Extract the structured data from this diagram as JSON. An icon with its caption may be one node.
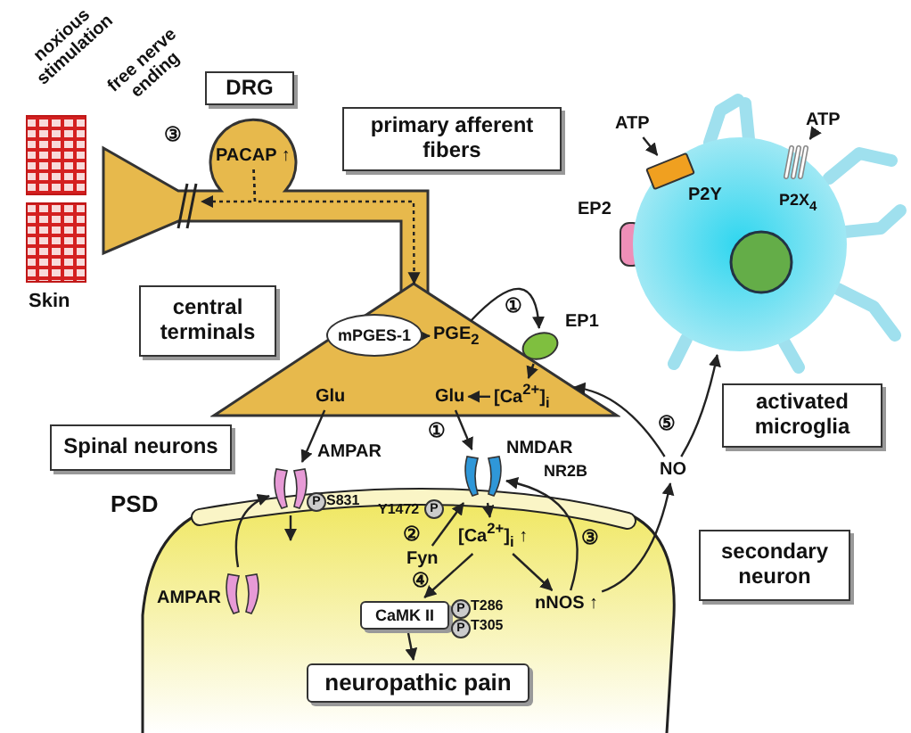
{
  "diagram": {
    "nodes": [
      {
        "text": [
          "PACAP ↑"
        ]
      },
      {
        "text": [],
        "shape": "triangle"
      },
      {
        "text": [
          "mPGES-1"
        ],
        "in": 1
      },
      {
        "text": [
          "PGE$_{2}$"
        ],
        "in": 1
      },
      {
        "text": [
          "Glu"
        ],
        "in": 1
      },
      {
        "text": [
          "Glu"
        ],
        "in": 1
      },
      {
        "text": [
          "[Ca$^{2+}$]$_{i}$"
        ],
        "in": 1
      },
      {
        "text": [
          "EP1"
        ]
      },
      {
        "text": [
          "AMPAR"
        ]
      },
      {
        "text": [
          "NMDAR"
        ]
      },
      {
        "text": [
          "AMPAR"
        ]
      },
      {
        "text": [
          "[Ca$^{2+}$]$_{i}$ ↑"
        ]
      },
      {
        "text": [
          "Fyn"
        ]
      },
      {
        "text": [
          "CaMK II"
        ],
        "beside": [
          "P",
          "T286",
          "P",
          "T305"
        ]
      },
      {
        "text": [
          "nNOS ↑"
        ]
      },
      {
        "text": [
          "NO"
        ]
      },
      {
        "text": [
          "neuropathic pain"
        ]
      },
      {
        "text": [],
        "shape": "cell"
      },
      {
        "text": [
          "ATP"
        ]
      },
      {
        "text": [
          "P2Y"
        ],
        "in": 17
      },
      {
        "text": [
          "ATP"
        ]
      },
      {
        "text": [
          "P2X$_{4}$"
        ],
        "in": 17
      }
    ],
    "edges": [
      {
        "from": 0,
        "to": null,
        "arrow": "to",
        "style": "dashed"
      },
      {
        "from": 0,
        "to": 1,
        "arrow": "to",
        "style": "dashed"
      },
      {
        "from": 2,
        "to": 3,
        "arrow": "to"
      },
      {
        "from": 3,
        "to": 7,
        "arrow": "to",
        "label": "①"
      },
      {
        "from": 7,
        "to": 6,
        "arrow": "to"
      },
      {
        "from": 6,
        "to": 5,
        "arrow": "to"
      },
      {
        "from": 4,
        "to": 8,
        "arrow": "to"
      },
      {
        "from": 5,
        "to": 9,
        "arrow": "to",
        "label": "①"
      },
      {
        "from": 10,
        "to": 8,
        "arrow": "to"
      },
      {
        "from": 8,
        "to": null,
        "arrow": "to"
      },
      {
        "from": 9,
        "to": 11,
        "arrow": "to"
      },
      {
        "from": 12,
        "to": 9,
        "arrow": "to",
        "label": "②"
      },
      {
        "from": 11,
        "to": 13,
        "arrow": "to",
        "label": "④"
      },
      {
        "from": 11,
        "to": 14,
        "arrow": "to"
      },
      {
        "from": 14,
        "to": 9,
        "arrow": "to",
        "label": "③"
      },
      {
        "from": 14,
        "to": 15,
        "arrow": "to"
      },
      {
        "from": 15,
        "to": 1,
        "arrow": "to"
      },
      {
        "from": 15,
        "to": 17,
        "arrow": "to",
        "label": "⑤"
      },
      {
        "from": 13,
        "to": 16,
        "arrow": "to"
      },
      {
        "from": 18,
        "to": 19,
        "arrow": "to"
      },
      {
        "from": 20,
        "to": 21,
        "arrow": "to"
      }
    ],
    "labels": [
      "noxious stimulation",
      "free nerve ending",
      "DRG",
      "③",
      "primary afferent fibers",
      "Skin",
      "central terminals",
      "EP2",
      "activated microglia",
      "Spinal neurons",
      "NR2B",
      "PSD",
      "P",
      "S831",
      "P",
      "Y1472",
      "secondary neuron"
    ]
  }
}
